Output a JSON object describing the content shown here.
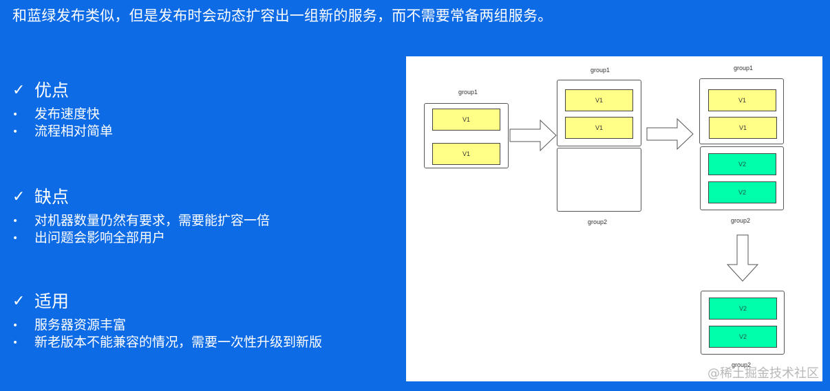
{
  "headline": "和蓝绿发布类似，但是发布时会动态扩容出一组新的服务，而不需要常备两组服务。",
  "sections": [
    {
      "icon": "check-icon",
      "glyph": "✓",
      "title": "优点",
      "items": [
        "发布速度快",
        "流程相对简单"
      ]
    },
    {
      "icon": "check-icon",
      "glyph": "✓",
      "title": "缺点",
      "items": [
        "对机器数量仍然有要求，需要能扩容一倍",
        "出问题会影响全部用户"
      ]
    },
    {
      "icon": "check-icon",
      "glyph": "✓",
      "title": "适用",
      "items": [
        "服务器资源丰富",
        "新老版本不能兼容的情况，需要一次性升级到新版"
      ]
    }
  ],
  "bullet_glyph": "•",
  "diagram": {
    "colors": {
      "v1": "#ffff88",
      "v2": "#00ffaa",
      "border": "#555555"
    },
    "stage1": {
      "group1_label": "group1",
      "group1_services": [
        "V1",
        "V1"
      ]
    },
    "stage2": {
      "group1_label": "group1",
      "group1_services": [
        "V1",
        "V1"
      ],
      "group2_label": "group2",
      "group2_services": []
    },
    "stage3": {
      "group1_label": "group1",
      "group1_services": [
        "V1",
        "V1"
      ],
      "group2_label": "group2",
      "group2_services": [
        "V2",
        "V2"
      ]
    },
    "stage4": {
      "group2_label": "group2",
      "group2_services": [
        "V2",
        "V2"
      ]
    }
  },
  "watermark": "@稀土掘金技术社区"
}
